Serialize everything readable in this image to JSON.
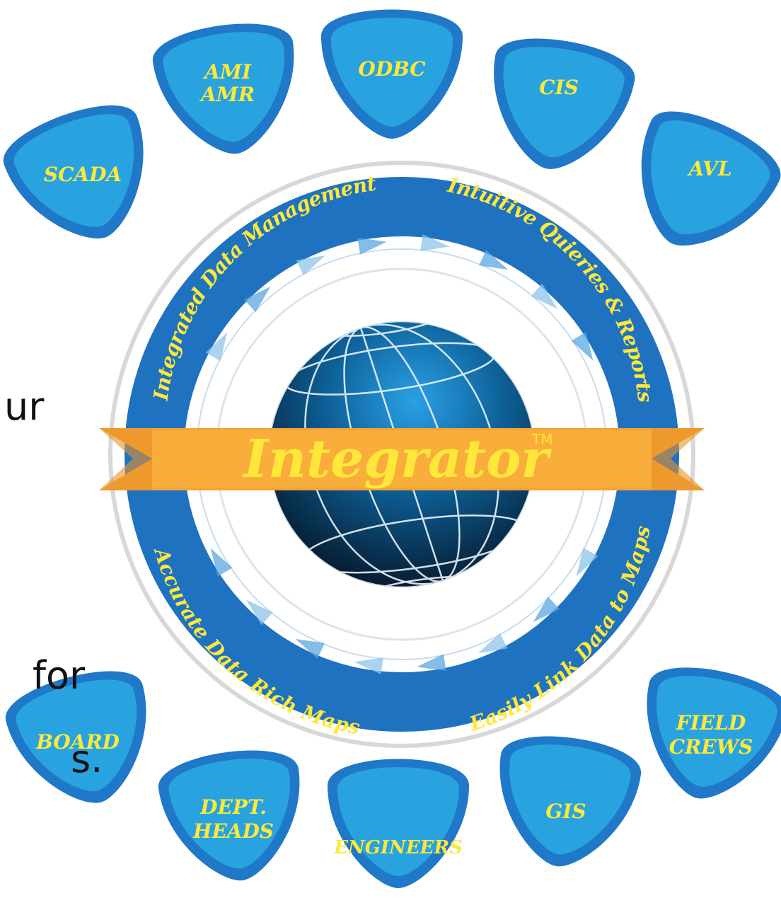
{
  "center": {
    "title": "Integrator",
    "trademark": "TM"
  },
  "ring_labels": [
    "Integrated Data Management",
    "Intuitive Quieries & Reports",
    "Easily Link Data to Maps",
    "Accurate Data Rich Maps"
  ],
  "top_nodes": [
    {
      "lines": [
        "SCADA"
      ]
    },
    {
      "lines": [
        "AMI",
        "AMR"
      ]
    },
    {
      "lines": [
        "ODBC"
      ]
    },
    {
      "lines": [
        "CIS"
      ]
    },
    {
      "lines": [
        "AVL"
      ]
    }
  ],
  "bottom_nodes": [
    {
      "lines": [
        "BOARD"
      ]
    },
    {
      "lines": [
        "DEPT.",
        "HEADS"
      ]
    },
    {
      "lines": [
        "ENGINEERS"
      ]
    },
    {
      "lines": [
        "GIS"
      ]
    },
    {
      "lines": [
        "FIELD",
        "CREWS"
      ]
    }
  ],
  "cropped_side_text": [
    "ur",
    "for",
    "s."
  ],
  "colors": {
    "node_outer": "#1f78c8",
    "node_inner": "#29a3e0",
    "ring": "#1f72c0",
    "ribbon": "#f9ad3b",
    "label_yellow": "#ffe83a",
    "globe": "#0f6aa6"
  }
}
